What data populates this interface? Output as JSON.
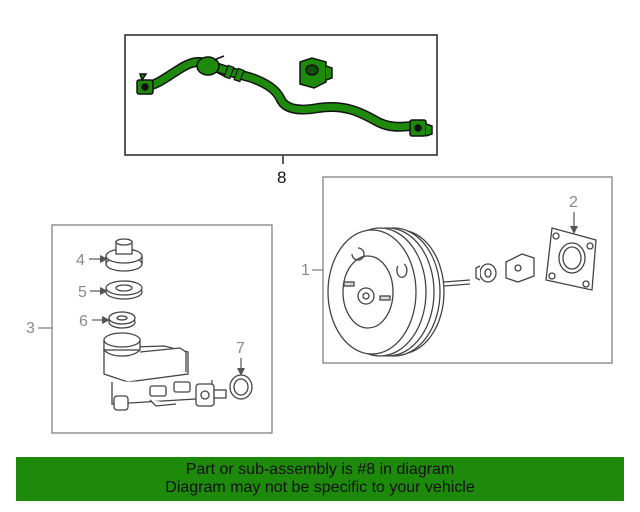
{
  "callouts": {
    "c1": "1",
    "c2": "2",
    "c3": "3",
    "c4": "4",
    "c5": "5",
    "c6": "6",
    "c7": "7",
    "c8": "8"
  },
  "footer": {
    "line1": "Part or sub-assembly is #8 in diagram",
    "line2": "Diagram may not be specific to your vehicle"
  },
  "colors": {
    "highlight": "#1e8a0c",
    "line": "#555555",
    "callout_gray": "#8a8a8a"
  }
}
